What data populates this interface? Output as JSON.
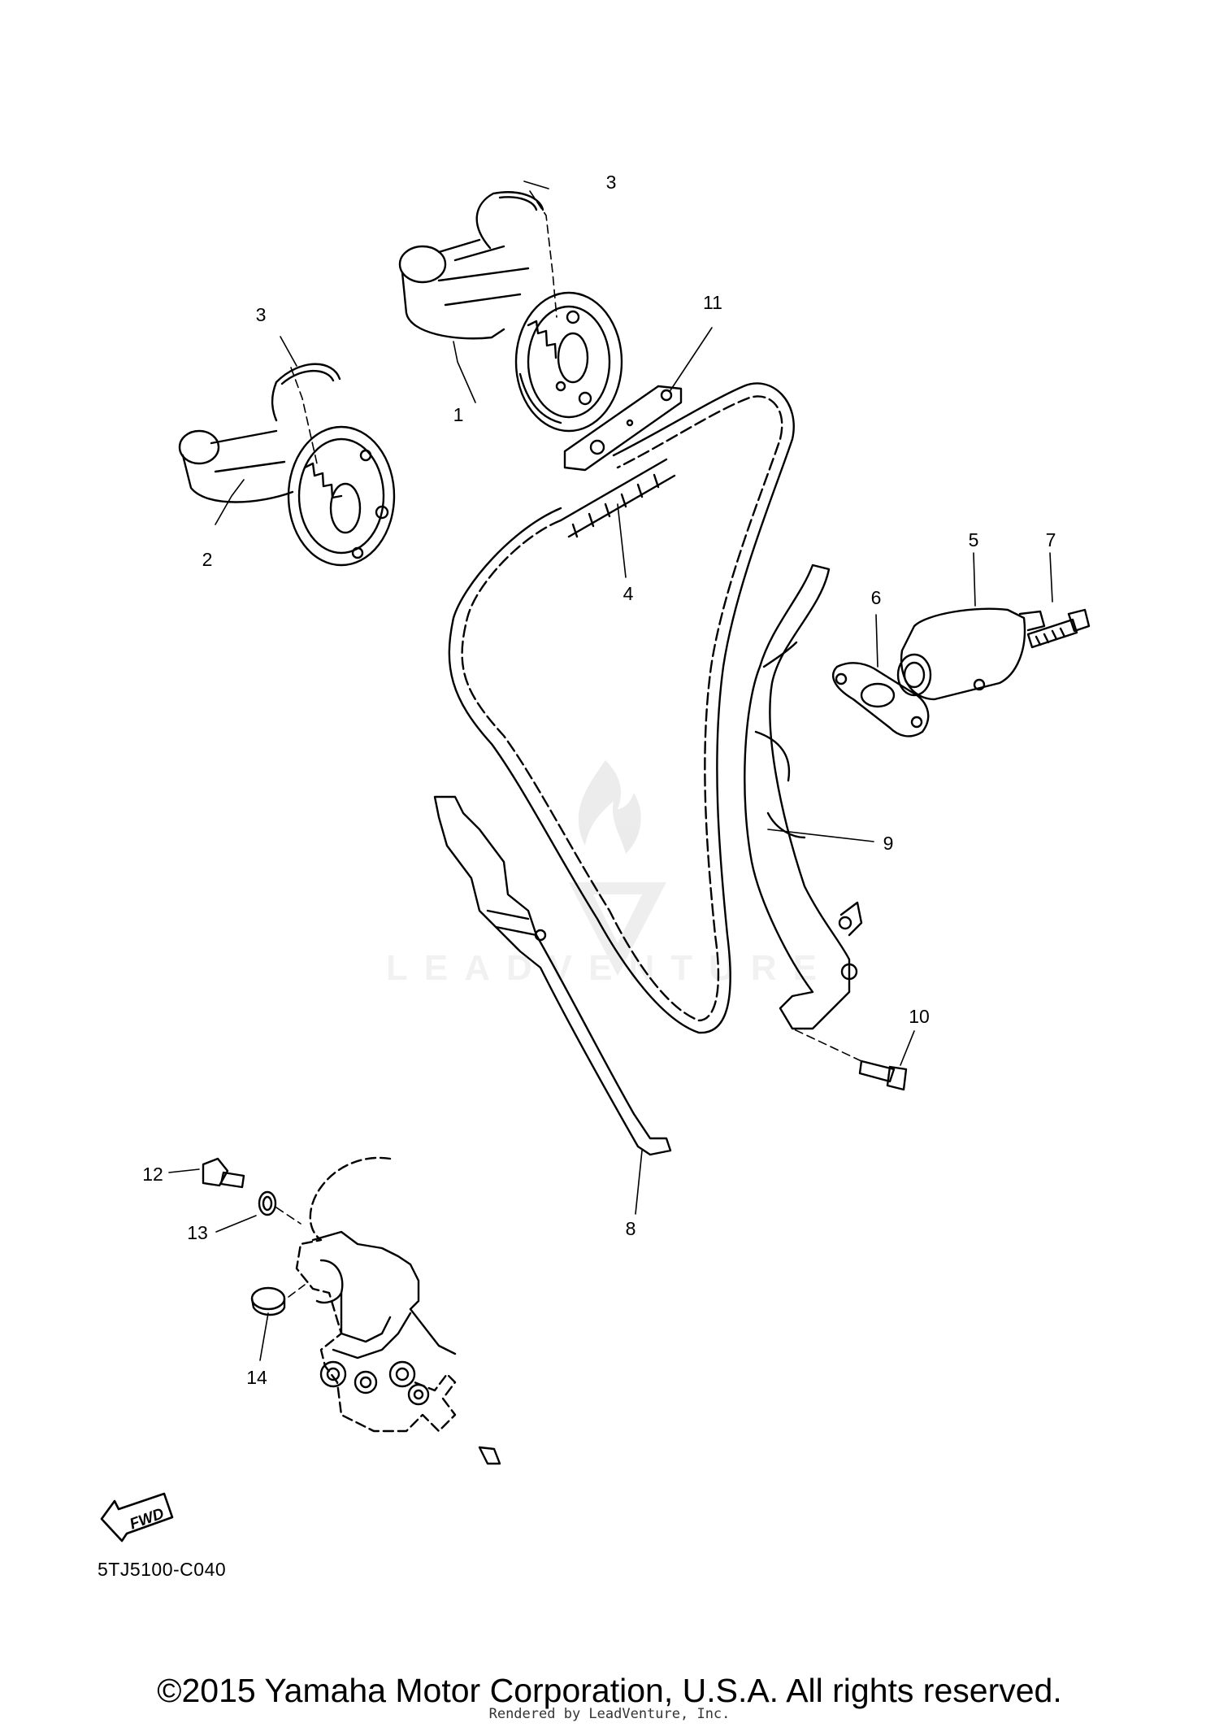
{
  "callouts": {
    "c1": "1",
    "c2": "2",
    "c3a": "3",
    "c3b": "3",
    "c4": "4",
    "c5": "5",
    "c6": "6",
    "c7": "7",
    "c8": "8",
    "c9": "9",
    "c10": "10",
    "c11": "11",
    "c12": "12",
    "c13": "13",
    "c14": "14"
  },
  "fwd_label": "FWD",
  "diagram_code": "5TJ5100-C040",
  "copyright": "©2015 Yamaha Motor Corporation, U.S.A. All rights reserved.",
  "rendered_by": "Rendered by LeadVenture, Inc.",
  "watermark": "LEADVENTURE",
  "icons": {
    "fwd": "fwd-arrow-icon",
    "watermark": "leadventure-logo-icon"
  }
}
